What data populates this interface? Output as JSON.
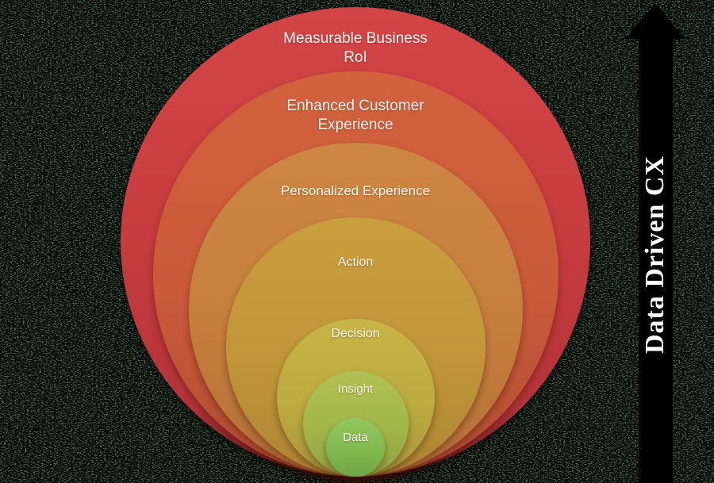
{
  "diagram": {
    "type": "concentric-circles-funnel",
    "background_color": "#466350",
    "layers": [
      {
        "label": "Measurable Business RoI",
        "color": "#c83d40"
      },
      {
        "label": "Enhanced Customer Experience",
        "color": "#c95a3a"
      },
      {
        "label": "Personalized Experience",
        "color": "#c67e3d"
      },
      {
        "label": "Action",
        "color": "#c1963a"
      },
      {
        "label": "Decision",
        "color": "#bcab41"
      },
      {
        "label": "Insight",
        "color": "#a3b64a"
      },
      {
        "label": "Data",
        "color": "#81b950"
      }
    ],
    "label_text_color": "#fbf7f0"
  },
  "arrow": {
    "label": "Data Driven CX",
    "direction": "up",
    "color": "#000000",
    "text_color": "#ffffff"
  }
}
